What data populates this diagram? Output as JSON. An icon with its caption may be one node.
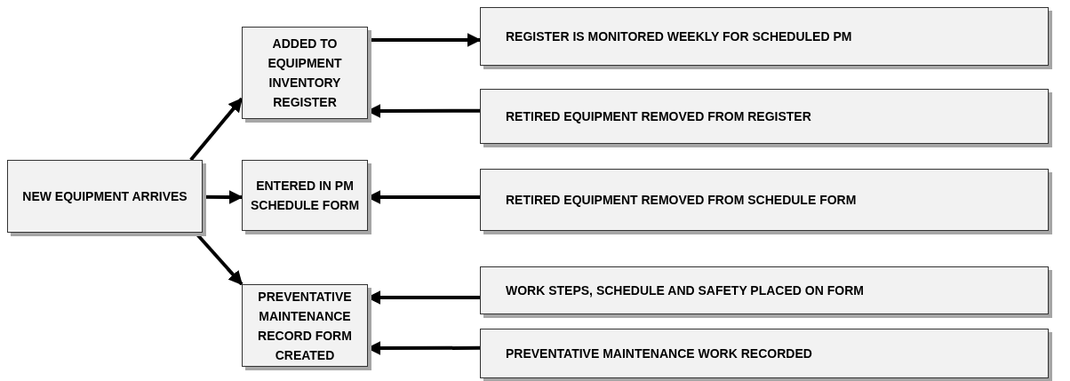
{
  "diagram": {
    "nodes": [
      {
        "text": [
          "NEW EQUIPMENT ARRIVES"
        ]
      },
      {
        "text": [
          "ADDED TO EQUIPMENT INVENTORY REGISTER"
        ]
      },
      {
        "text": [
          "ENTERED IN PM SCHEDULE FORM"
        ]
      },
      {
        "text": [
          "PREVENTATIVE MAINTENANCE RECORD FORM CREATED"
        ]
      },
      {
        "text": [
          "REGISTER IS MONITORED WEEKLY FOR SCHEDULED PM"
        ]
      },
      {
        "text": [
          "RETIRED EQUIPMENT REMOVED FROM REGISTER"
        ]
      },
      {
        "text": [
          "RETIRED EQUIPMENT REMOVED FROM SCHEDULE FORM"
        ]
      },
      {
        "text": [
          "WORK STEPS, SCHEDULE AND SAFETY PLACED ON FORM"
        ]
      },
      {
        "text": [
          "PREVENTATIVE MAINTENANCE WORK RECORDED"
        ]
      }
    ],
    "edges": [
      {
        "from": 0,
        "to": 1,
        "arrow": "to"
      },
      {
        "from": 0,
        "to": 2,
        "arrow": "to"
      },
      {
        "from": 0,
        "to": 3,
        "arrow": "to"
      },
      {
        "from": 1,
        "to": 4,
        "arrow": "to"
      },
      {
        "from": 5,
        "to": 1,
        "arrow": "to"
      },
      {
        "from": 6,
        "to": 2,
        "arrow": "to"
      },
      {
        "from": 7,
        "to": 3,
        "arrow": "to"
      },
      {
        "from": 8,
        "to": 3,
        "arrow": "to"
      }
    ]
  }
}
